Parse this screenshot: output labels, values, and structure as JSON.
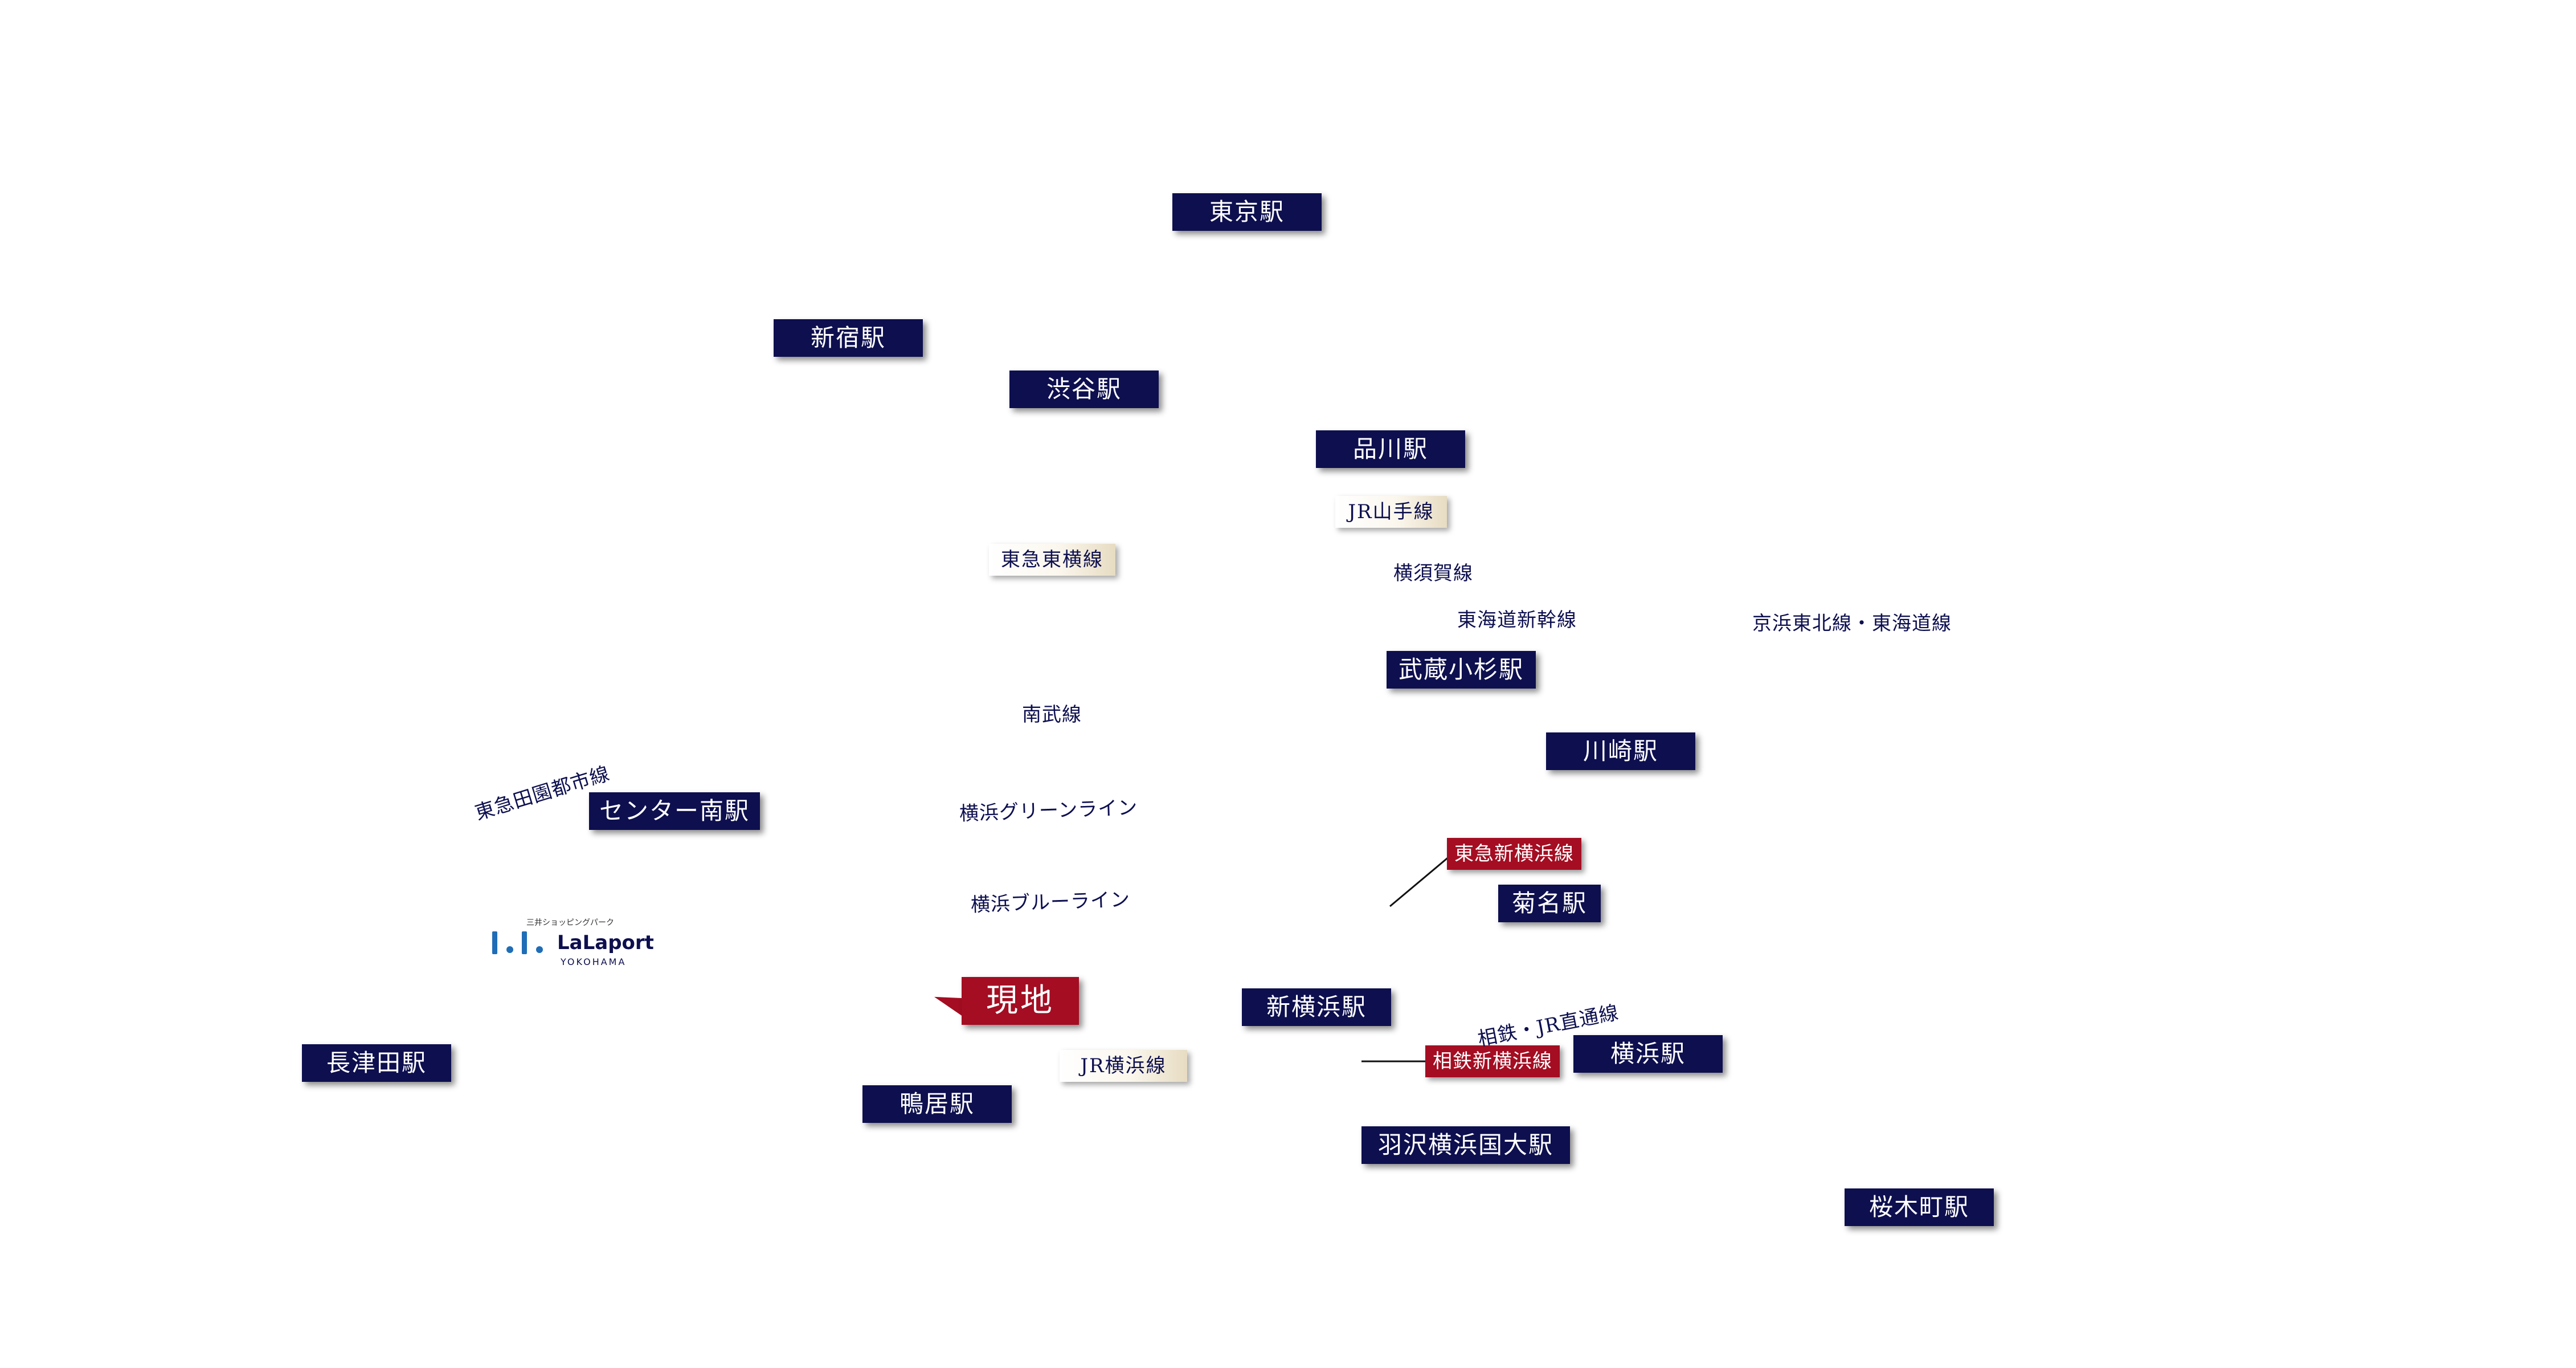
{
  "stations": {
    "tokyo": "東京駅",
    "shinjuku": "新宿駅",
    "shibuya": "渋谷駅",
    "shinagawa": "品川駅",
    "musashikosugi": "武蔵小杉駅",
    "kawasaki": "川崎駅",
    "center_minami": "センター南駅",
    "kikuna": "菊名駅",
    "shin_yokohama": "新横浜駅",
    "yokohama": "横浜駅",
    "nagatsuta": "長津田駅",
    "kamoi": "鴨居駅",
    "hazawa_yokohama_kokudai": "羽沢横浜国大駅",
    "sakuragicho": "桜木町駅"
  },
  "line_tags": {
    "jr_yamanote": "JR山手線",
    "tokyu_toyoko": "東急東横線",
    "jr_yokohama": "JR横浜線"
  },
  "red_tags": {
    "tokyu_shin_yokohama": "東急新横浜線",
    "sotetsu_shin_yokohama": "相鉄新横浜線"
  },
  "line_labels": {
    "yokosuka": "横須賀線",
    "tokaido_shinkansen": "東海道新幹線",
    "keihin_tohoku_tokaido": "京浜東北線・東海道線",
    "nambu": "南武線",
    "den_en_toshi": "東急田園都市線",
    "green_line": "横浜グリーンライン",
    "blue_line": "横浜ブルーライン",
    "sotetsu_jr_direct": "相鉄・JR直通線"
  },
  "current_location": "現地",
  "landmark": {
    "small_text": "三井ショッピングパーク",
    "name": "LaLaport",
    "sub": "YOKOHAMA"
  },
  "colors": {
    "station_bg": "#0d0f4f",
    "red_tag_bg": "#a40d22",
    "line_text": "#0d0f4f",
    "logo_blue": "#1f6db6"
  }
}
